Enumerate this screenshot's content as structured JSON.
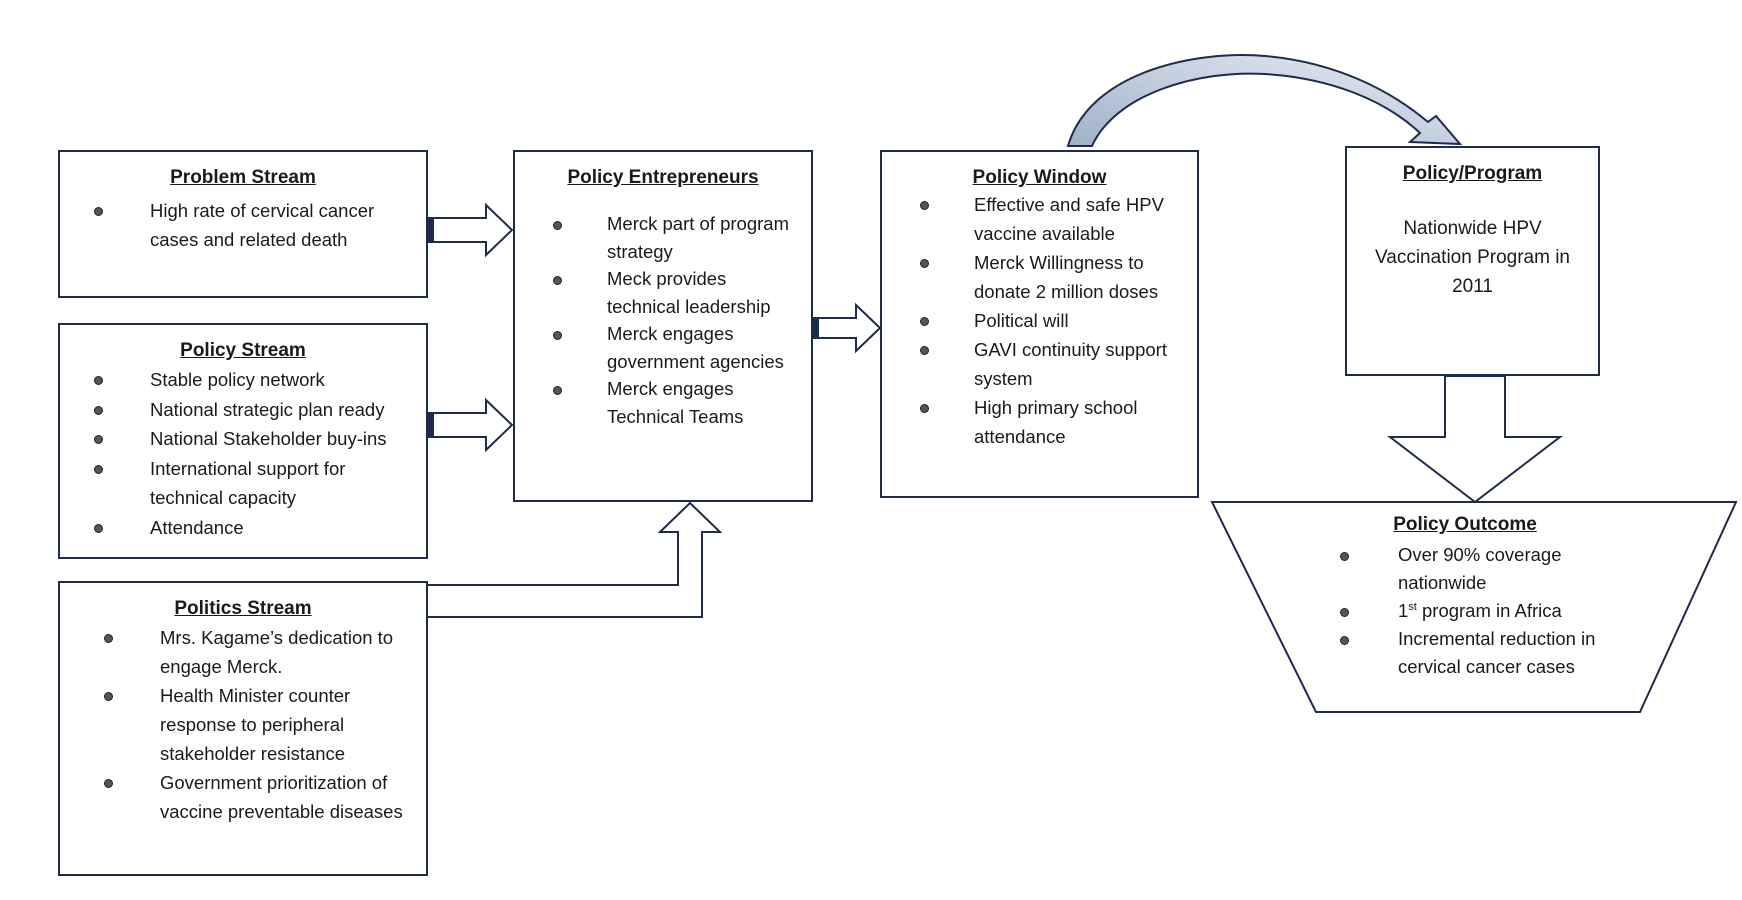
{
  "problem_stream": {
    "title": "Problem Stream",
    "items": [
      "High rate of cervical cancer cases and related death"
    ]
  },
  "policy_stream": {
    "title": "Policy Stream",
    "items": [
      "Stable policy network",
      "National strategic plan ready",
      "National Stakeholder buy-ins",
      "International support for technical capacity",
      "Attendance"
    ]
  },
  "politics_stream": {
    "title": "Politics Stream",
    "items": [
      "Mrs. Kagame’s dedication to engage Merck.",
      "Health Minister counter response to peripheral stakeholder resistance",
      "Government prioritization of vaccine preventable diseases"
    ]
  },
  "policy_entrepreneurs": {
    "title": "Policy Entrepreneurs",
    "items": [
      "Merck part of program strategy",
      "Meck provides technical leadership",
      "Merck engages government agencies",
      "Merck engages Technical Teams"
    ]
  },
  "policy_window": {
    "title": "Policy Window",
    "items": [
      "Effective and safe HPV vaccine available",
      "Merck Willingness to donate 2 million doses",
      "Political will",
      "GAVI continuity support system",
      "High primary school attendance"
    ]
  },
  "policy_program": {
    "title": "Policy/Program",
    "text": "Nationwide HPV Vaccination Program in 2011"
  },
  "policy_outcome": {
    "title": "Policy Outcome",
    "item1": "Over 90% coverage nationwide",
    "item2_number": "1",
    "item2_sup": "st",
    "item2_rest": " program in Africa",
    "item3": "Incremental reduction in cervical cancer cases"
  },
  "colors": {
    "border": "#1f2b4d",
    "arrow_fill": "#b9c6d8",
    "text": "#1a1a1a"
  }
}
